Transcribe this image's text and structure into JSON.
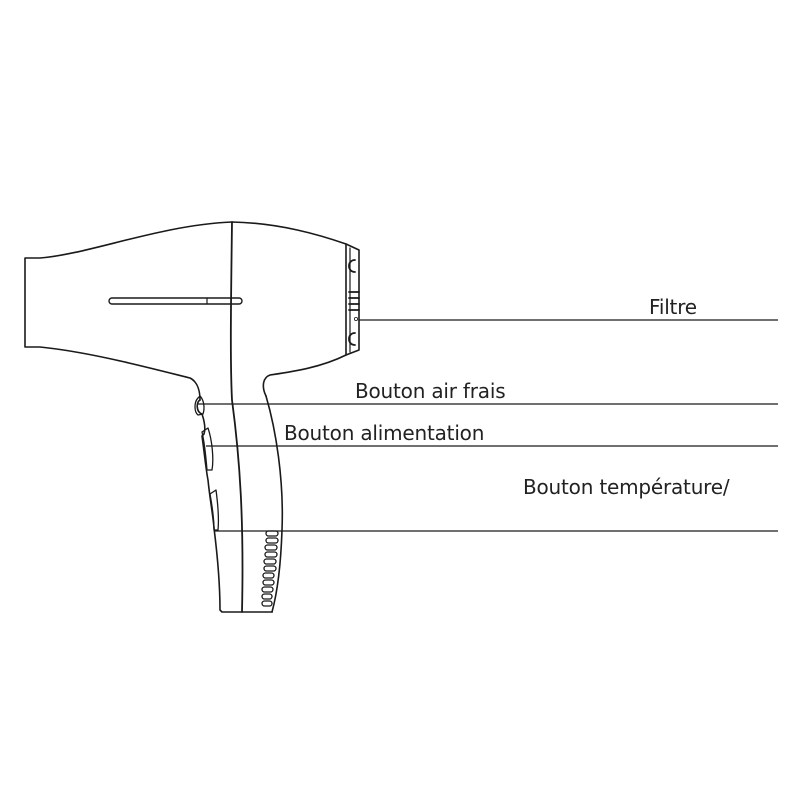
{
  "diagram": {
    "subject": "hair-dryer",
    "line_color": "#1a1a1a",
    "background": "#ffffff",
    "labels": [
      {
        "id": "filtre",
        "text": "Filtre"
      },
      {
        "id": "air_frais",
        "text": "Bouton air frais"
      },
      {
        "id": "alimentation",
        "text": "Bouton alimentation"
      },
      {
        "id": "temperature",
        "text": "Bouton température/"
      }
    ]
  }
}
